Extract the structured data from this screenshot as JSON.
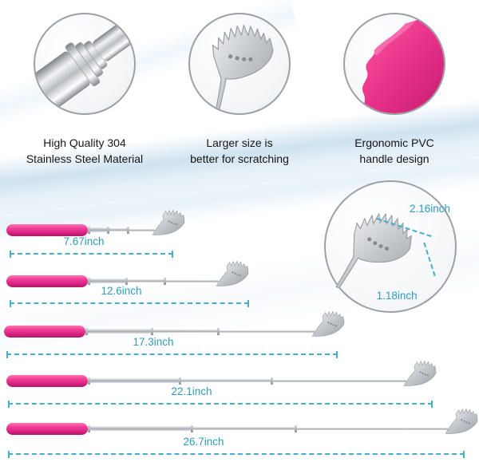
{
  "features": [
    {
      "line1": "High Quality 304",
      "line2": "Stainless Steel Material"
    },
    {
      "line1": "Larger size is",
      "line2": "better for scratching"
    },
    {
      "line1": "Ergonomic PVC",
      "line2": "handle design"
    }
  ],
  "sizes": [
    {
      "label": "7.67inch"
    },
    {
      "label": "12.6inch"
    },
    {
      "label": "17.3inch"
    },
    {
      "label": "22.1inch"
    },
    {
      "label": "26.7inch"
    }
  ],
  "head": {
    "width_label": "2.16inch",
    "height_label": "1.18inch"
  },
  "colors": {
    "handle_pink": "#e8348e",
    "steel_gray": "#c6c9cd",
    "measure_teal": "#2e9cb8",
    "caption_text": "#161616"
  }
}
